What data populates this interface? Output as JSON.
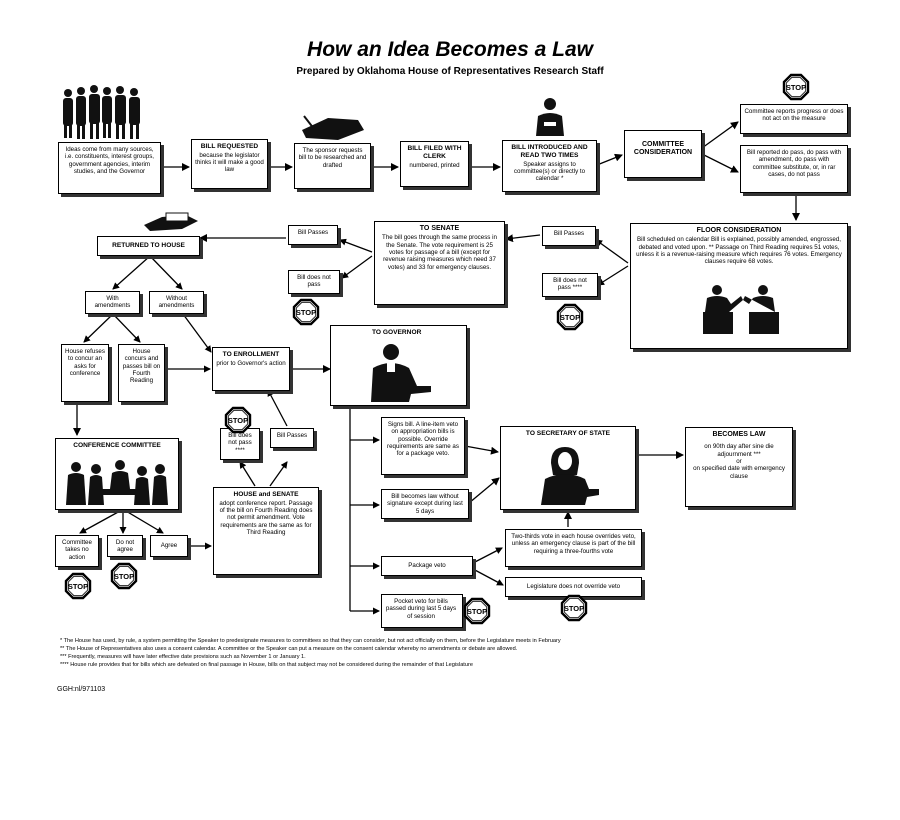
{
  "title": "How an Idea Becomes a Law",
  "subtitle": "Prepared by Oklahoma House of Representatives Research Staff",
  "stop_label": "STOP",
  "boxes": {
    "ideas": {
      "text": "Ideas come from many sources, i.e. constituents, interest groups, government agencies, interim studies, and the Governor"
    },
    "bill_requested": {
      "title": "BILL REQUESTED",
      "text": "because the legislator thinks it will make a good law"
    },
    "sponsor": {
      "text": "The sponsor requests bill to be researched and drafted"
    },
    "bill_filed": {
      "title": "BILL FILED WITH CLERK",
      "text": "numbered, printed"
    },
    "bill_introduced": {
      "title": "BILL INTRODUCED AND READ TWO TIMES",
      "text": "Speaker assigns to committee(s) or directly to calendar *"
    },
    "committee": {
      "title": "COMMITTEE CONSIDERATION"
    },
    "committee_progress": {
      "text": "Committee reports progress or does not act on the measure"
    },
    "committee_pass": {
      "text": "Bill reported do pass, do pass with amendment, do pass with committee substitute, or, in rar cases, do not pass"
    },
    "floor": {
      "title": "FLOOR CONSIDERATION",
      "text": "Bill scheduled on calendar   Bill is explained, possibly amended, engrossed, debated and voted upon. **  Passage on Third Reading requires 51 votes, unless it is a revenue-raising measure which requires 76 votes.  Emergency clauses require 68 votes."
    },
    "house_passes": {
      "text": "Bill Passes"
    },
    "house_fails": {
      "text": "Bill does not pass ****"
    },
    "senate": {
      "title": "TO SENATE",
      "text": "The bill goes through the same process in the Senate. The vote requirement is 25 votes for passage of a bill (except for revenue raising measures which need 37 votes) and 33 for emergency clauses."
    },
    "senate_passes": {
      "text": "Bill Passes"
    },
    "senate_fails": {
      "text": "Bill does not pass"
    },
    "returned": {
      "title": "RETURNED TO HOUSE"
    },
    "with_amend": {
      "text": "With amendments"
    },
    "without_amend": {
      "text": "Without amendments"
    },
    "house_refuses": {
      "text": "House refuses to concur an asks for conference"
    },
    "house_concurs": {
      "text": "House concurs and passes bill on Fourth Reading"
    },
    "enrollment": {
      "title": "TO ENROLLMENT",
      "text": "prior to Governor's action"
    },
    "conference": {
      "title": "CONFERENCE COMMITTEE"
    },
    "conf_no_action": {
      "text": "Committee takes no action"
    },
    "conf_not_agree": {
      "text": "Do not agree"
    },
    "conf_agree": {
      "text": "Agree"
    },
    "final_not_pass": {
      "text": "Bill does not pass ****"
    },
    "final_passes": {
      "text": "Bill Passes"
    },
    "house_senate": {
      "title": "HOUSE and SENATE",
      "text": "adopt conference report. Passage of the bill on Fourth Reading does not permit amendment.  Vote requirements are the same as for Third Reading"
    },
    "governor": {
      "title": "TO GOVERNOR"
    },
    "signs": {
      "text": "Signs bill.  A line-item veto on appropriation bills is possible. Override requirements are same as for a package veto."
    },
    "law_without": {
      "text": "Bill becomes law without signature except during last 5 days"
    },
    "package_veto": {
      "text": "Package veto"
    },
    "pocket_veto": {
      "text": "Pocket veto for bills passed during last 5 days of session"
    },
    "secretary": {
      "title": "TO SECRETARY OF STATE"
    },
    "becomes_law": {
      "title": "BECOMES LAW",
      "text": "on 90th day after sine die adjournment ***",
      "or": "or",
      "text2": "on specified date with emergency clause"
    },
    "override": {
      "text": "Two-thirds vote in each house overrides veto, unless an emergency clause is part of the bill requiring a three-fourths vote"
    },
    "no_override": {
      "text": "Legislature does not override veto"
    }
  },
  "footnotes": [
    "*     The House has used, by rule, a system permitting the Speaker to predesignate measures to committees so that they can consider, but not act officially on them, before the Legislature meets in February",
    "**    The House of Representatives also uses a consent calendar.  A committee or the Speaker can put a measure on the consent calendar whereby no amendments or debate are allowed.",
    "***   Frequently, measures will have later effective date provisions such as November 1 or January 1.",
    "****  House rule provides that for bills which are defeated on final passage in House, bills on that subject may not be considered during the remainder of that Legislature"
  ],
  "credit": "GGH:nl/971103"
}
